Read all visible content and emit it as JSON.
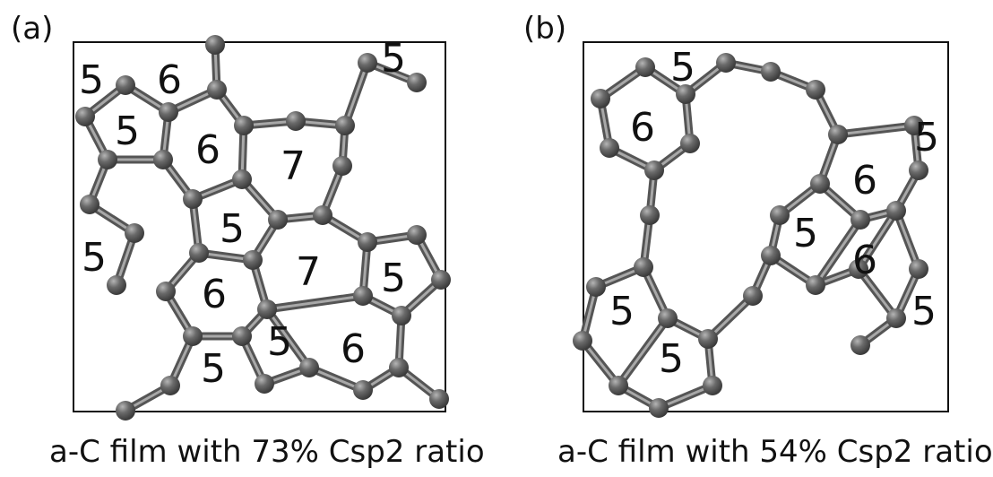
{
  "panels": [
    {
      "label": "(a)",
      "caption": "a-C film with 73% Csp2 ratio",
      "ring_labels": [
        "5",
        "6",
        "5",
        "6",
        "7",
        "5",
        "5",
        "7",
        "5",
        "6",
        "5",
        "6",
        "5"
      ]
    },
    {
      "label": "(b)",
      "caption": "a-C film with 54% Csp2 ratio",
      "ring_labels": [
        "5",
        "6",
        "5",
        "6",
        "5",
        "6",
        "5",
        "5",
        "5"
      ]
    }
  ],
  "colors": {
    "atom": "#5f5f5f",
    "bond": "#6d6d6d",
    "box": "#111111"
  }
}
